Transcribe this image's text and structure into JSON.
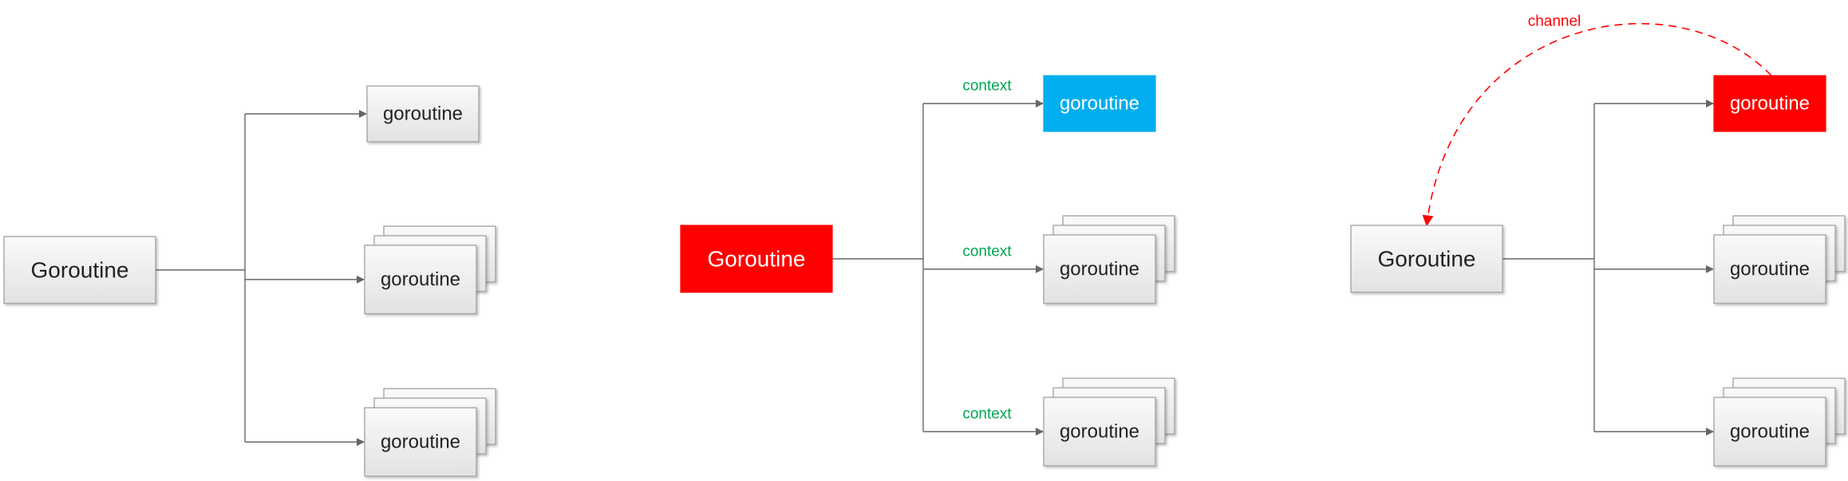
{
  "colors": {
    "box_fill_top": "#fafafa",
    "box_fill_bottom": "#e2e2e2",
    "box_border": "#9a9a9a",
    "edge": "#666666",
    "red": "#ff0000",
    "blue": "#00aeef",
    "context_green": "#00a651",
    "channel_red": "#ff0000"
  },
  "panels": [
    {
      "root": {
        "label": "Goroutine",
        "style": "plain"
      },
      "children": [
        {
          "label": "goroutine",
          "style": "plain",
          "stacked": false,
          "edge_label": ""
        },
        {
          "label": "goroutine",
          "style": "plain",
          "stacked": true,
          "edge_label": ""
        },
        {
          "label": "goroutine",
          "style": "plain",
          "stacked": true,
          "edge_label": ""
        }
      ]
    },
    {
      "root": {
        "label": "Goroutine",
        "style": "red"
      },
      "children": [
        {
          "label": "goroutine",
          "style": "blue",
          "stacked": false,
          "edge_label": "context"
        },
        {
          "label": "goroutine",
          "style": "plain",
          "stacked": true,
          "edge_label": "context"
        },
        {
          "label": "goroutine",
          "style": "plain",
          "stacked": true,
          "edge_label": "context"
        }
      ]
    },
    {
      "root": {
        "label": "Goroutine",
        "style": "plain"
      },
      "children": [
        {
          "label": "goroutine",
          "style": "red",
          "stacked": false,
          "edge_label": ""
        },
        {
          "label": "goroutine",
          "style": "plain",
          "stacked": true,
          "edge_label": ""
        },
        {
          "label": "goroutine",
          "style": "plain",
          "stacked": true,
          "edge_label": ""
        }
      ],
      "channel_label": "channel"
    }
  ]
}
